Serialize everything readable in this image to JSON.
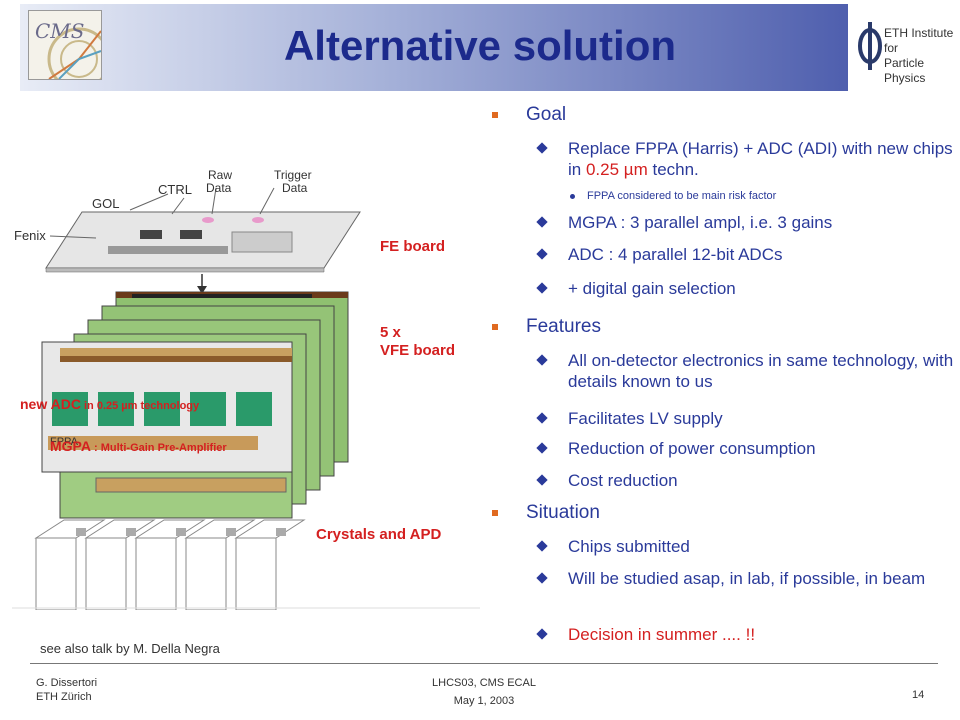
{
  "slide": {
    "title": "Alternative solution",
    "eth_logo_text": [
      "ETH Institute for",
      "Particle Physics"
    ],
    "cms_logo_text": "CMS"
  },
  "diagram": {
    "small_labels": {
      "gol": "GOL",
      "ctrl": "CTRL",
      "raw": "Raw",
      "raw2": "Data",
      "trigger": "Trigger",
      "trigger2": "Data",
      "fenix": "Fenix",
      "fppa": "FPPA"
    },
    "labels": {
      "fe_board": "FE board",
      "vfe_count": "5 x",
      "vfe_board": "VFE board",
      "new_adc": "new ADC",
      "adc_tech": " in 0.25 µm technology",
      "mgpa": "MGPA",
      "mgpa_desc": " : Multi-Gain Pre-Amplifier",
      "crystals": "Crystals and APD"
    }
  },
  "content": {
    "goal": {
      "heading": "Goal",
      "item1_pre": "Replace FPPA (Harris) + ADC (ADI) with new chips in ",
      "item1_red": "0.25 µm",
      "item1_post": " techn.",
      "sub1": "FPPA considered to be main risk factor",
      "item2": "MGPA : 3 parallel ampl, i.e. 3 gains",
      "item3": "ADC : 4 parallel 12-bit ADCs",
      "item4": "+ digital gain selection"
    },
    "features": {
      "heading": "Features",
      "item1": "All on-detector electronics in same technology, with details known to us",
      "item2": "Facilitates LV supply",
      "item3": "Reduction of power consumption",
      "item4": "Cost reduction"
    },
    "situation": {
      "heading": "Situation",
      "item1": "Chips submitted",
      "item2": "Will be studied asap, in lab, if possible, in beam",
      "item3": "Decision in summer .... !!"
    }
  },
  "footer": {
    "note": "see also talk by M. Della Negra",
    "author": "G. Dissertori",
    "institute": "ETH Zürich",
    "event": "LHCS03,  CMS ECAL",
    "date": "May 1, 2003",
    "page": "14"
  },
  "colors": {
    "title": "#1c2a8c",
    "text": "#2a3a9a",
    "accent": "#d42020",
    "bullet": "#e06a20"
  }
}
